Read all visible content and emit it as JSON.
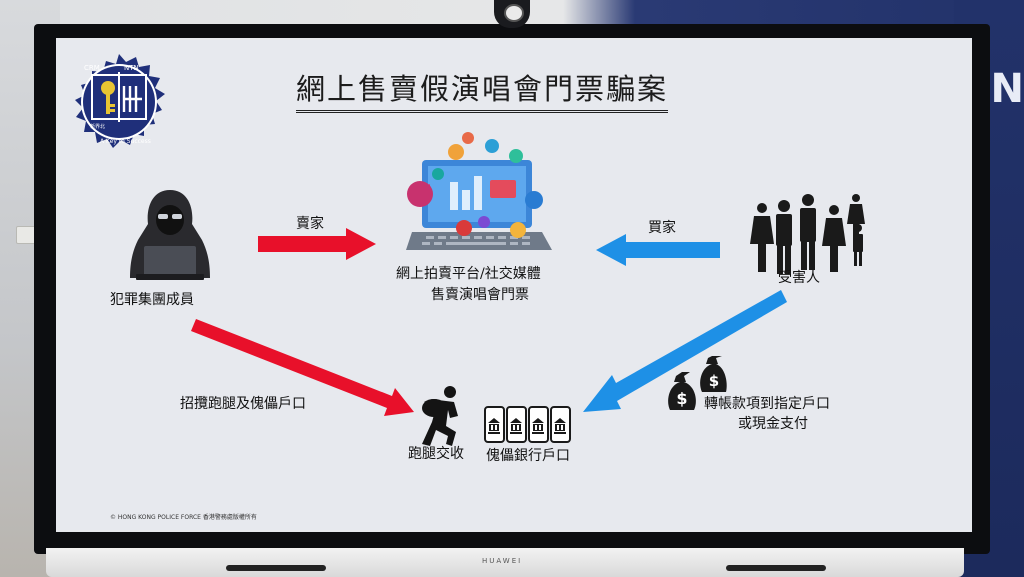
{
  "slide": {
    "title": "網上售賣假演唱會門票騙案",
    "footer": "© HONG KONG POLICE FORCE 香港警務處版權所有",
    "logo": {
      "top_left": "CRM",
      "top_right": "NTN",
      "mark": "新界北",
      "ring_text": "A Key to Success"
    }
  },
  "nodes": {
    "criminal": "犯罪集團成員",
    "platform_line1": "網上拍賣平台/社交媒體",
    "platform_line2": "售賣演唱會門票",
    "victim": "受害人",
    "runner": "跑腿交收",
    "mule": "傀儡銀行戶口"
  },
  "edges": {
    "seller": "賣家",
    "buyer": "買家",
    "recruit": "招攬跑腿及傀儡戶口",
    "payment_line1": "轉帳款項到指定戶口",
    "payment_line2": "或現金支付"
  },
  "colors": {
    "red_arrow": "#e8102a",
    "blue_arrow": "#1e90e6",
    "logo_navy": "#1f2f7a",
    "logo_gold": "#e8c532"
  },
  "icons": [
    "hacker-icon",
    "laptop-network-icon",
    "crowd-icon",
    "runner-icon",
    "bank-phone-icon",
    "money-bag-icon"
  ],
  "device": {
    "brand": "HUAWEI",
    "background_letter": "N"
  }
}
